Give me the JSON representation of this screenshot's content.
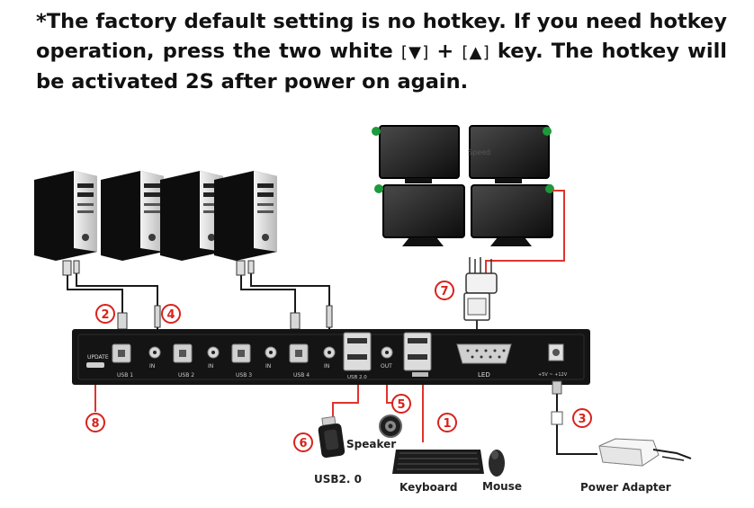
{
  "note": {
    "part1": "*The factory default setting is no hotkey. If you need hotkey operation, press the two white ",
    "key_down": "[▼]",
    "plus": " + ",
    "key_up": "[▲]",
    "part2": " key. The hotkey will be activated 2S after power on again."
  },
  "device": {
    "update_label": "UPDATE",
    "usb_labels": [
      "USB 1",
      "USB 2",
      "USB 3",
      "USB 4"
    ],
    "in_label": "IN",
    "usb20_label": "USB 2.0",
    "out_label": "OUT",
    "led_label": "LED",
    "power_label": "+5V ~ +12V"
  },
  "markers": [
    "1",
    "2",
    "3",
    "4",
    "5",
    "6",
    "7",
    "8"
  ],
  "peripherals": {
    "speaker": "Speaker",
    "usb20": "USB2. 0",
    "keyboard": "Keyboard",
    "mouse": "Mouse",
    "power_adapter": "Power Adapter",
    "monitor_text": "Speed"
  },
  "colors": {
    "marker": "#d9221c",
    "cable_red": "#e0342c",
    "indicator_green": "#1d9a3a",
    "device_body": "#141414"
  }
}
